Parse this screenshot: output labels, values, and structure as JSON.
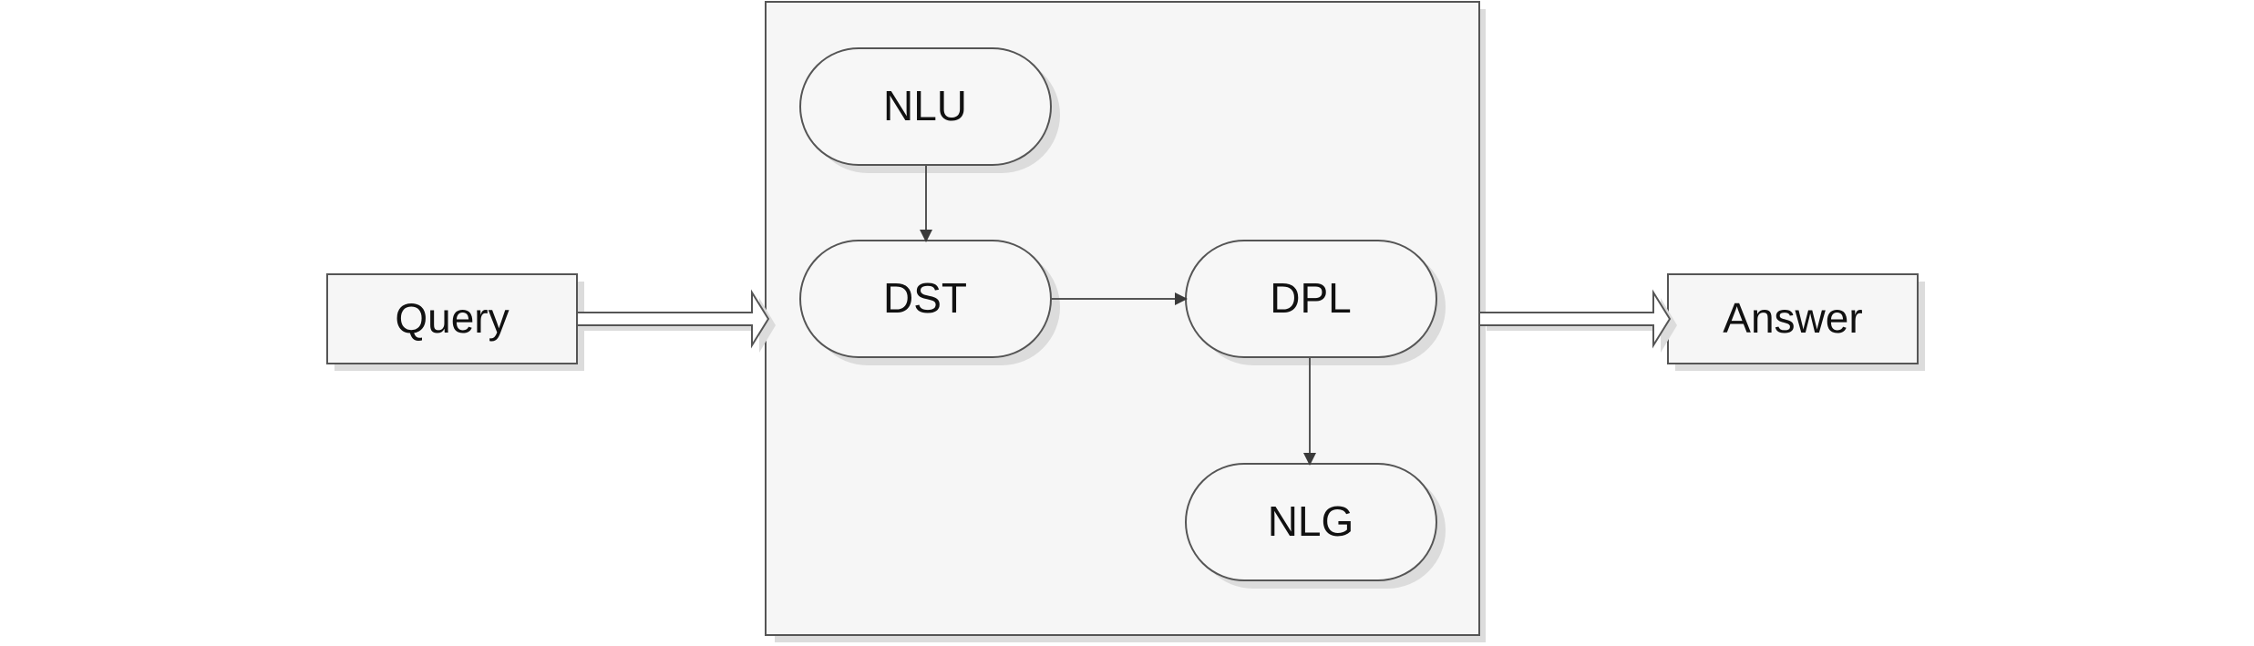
{
  "diagram": {
    "nodes": {
      "query": "Query",
      "answer": "Answer",
      "nlu": "NLU",
      "dst": "DST",
      "dpl": "DPL",
      "nlg": "NLG"
    },
    "colors": {
      "box_fill": "#f6f6f6",
      "pill_fill": "#f7f7f7",
      "stroke": "#555555",
      "shadow": "#dcdcdc",
      "arrow": "#3a3a3a"
    }
  }
}
